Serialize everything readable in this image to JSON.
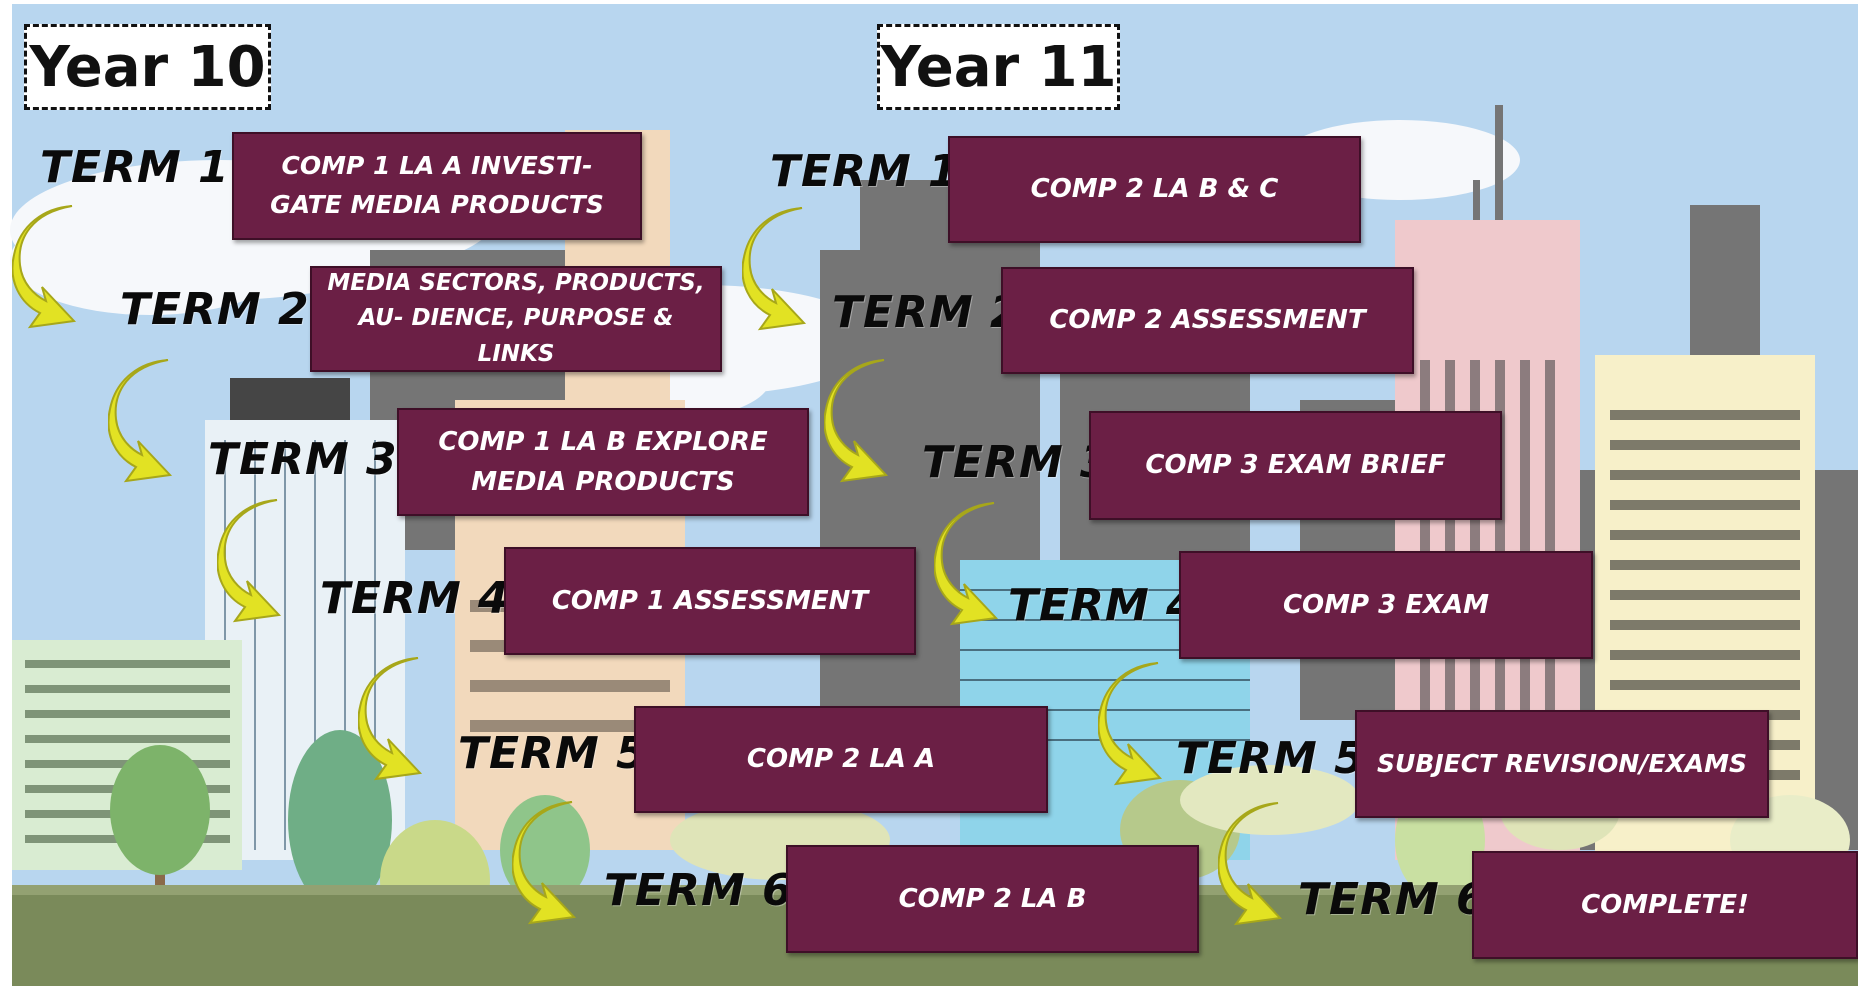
{
  "colors": {
    "sky": "#b8d6ef",
    "box_fill": "#6b1f45",
    "box_border": "#3e0f27",
    "arrow_fill": "#e2e223",
    "arrow_dark": "#a7a71a",
    "grass": "#7a8a5a"
  },
  "years": {
    "y10": "Year 10",
    "y11": "Year 11"
  },
  "year10": {
    "terms": [
      "TERM 1",
      "TERM 2",
      "TERM 3",
      "TERM 4",
      "TERM 5",
      "TERM 6"
    ],
    "boxes": [
      "COMP 1 LA A INVESTI- GATE MEDIA PRODUCTS",
      "MEDIA SECTORS, PRODUCTS, AU- DIENCE, PURPOSE & LINKS",
      "COMP 1 LA B EXPLORE MEDIA PRODUCTS",
      "COMP 1 ASSESSMENT",
      "COMP 2 LA A",
      "COMP 2 LA B"
    ]
  },
  "year11": {
    "terms": [
      "TERM 1",
      "TERM 2",
      "TERM 3",
      "TERM 4",
      "TERM 5",
      "TERM 6"
    ],
    "boxes": [
      "COMP 2 LA B & C",
      "COMP 2 ASSESSMENT",
      "COMP 3 EXAM BRIEF",
      "COMP 3 EXAM",
      "SUBJECT REVISION/EXAMS",
      "COMPLETE!"
    ]
  },
  "icons": {
    "arrow": "curved-down-arrow-icon",
    "background": "city-skyline-illustration"
  }
}
